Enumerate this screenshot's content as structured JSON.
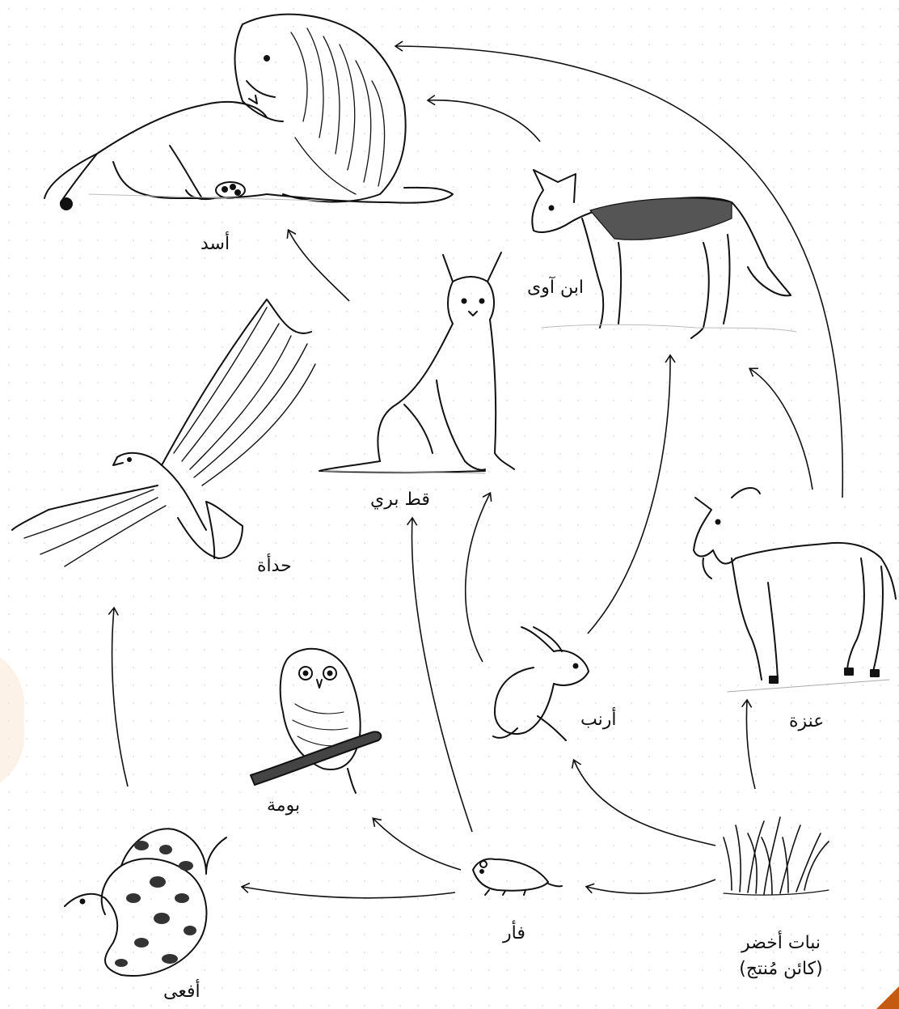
{
  "labels": {
    "lion": "أسد",
    "jackal": "ابن آوى",
    "caracal": "قط بري",
    "kite": "حدأة",
    "goat": "عنزة",
    "rabbit": "أرنب",
    "owl": "بومة",
    "mouse": "فأر",
    "viper": "أفعى",
    "plant_line1": "نبات أخضر",
    "plant_line2": "(كائن مُنتج)"
  },
  "colors": {
    "ink": "#111111",
    "accent": "#c55a11"
  },
  "icons": [
    "lion-icon",
    "jackal-icon",
    "caracal-icon",
    "kite-icon",
    "goat-icon",
    "rabbit-icon",
    "owl-icon",
    "mouse-icon",
    "viper-icon",
    "grass-icon"
  ]
}
